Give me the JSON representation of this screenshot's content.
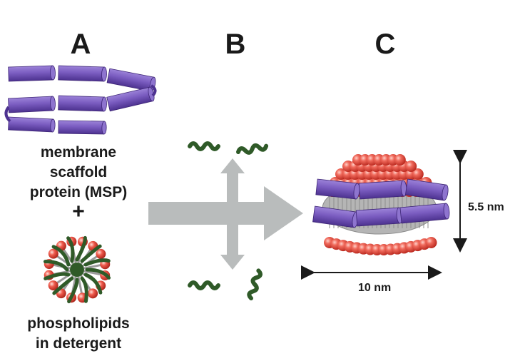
{
  "panels": {
    "a": "A",
    "b": "B",
    "c": "C"
  },
  "labels": {
    "msp": [
      "membrane",
      "scaffold",
      "protein (MSP)"
    ],
    "plus": "+",
    "phospholipids": [
      "phospholipids",
      "in detergent"
    ]
  },
  "dimensions": {
    "height": "5.5 nm",
    "width": "10 nm"
  },
  "colors": {
    "protein": "#7a5cc0",
    "protein_dark": "#4d3290",
    "headgroup": "#e8463a",
    "detergent": "#2f5a28",
    "arrow": "#b9bcbc",
    "tail": "#9a9a9a"
  }
}
